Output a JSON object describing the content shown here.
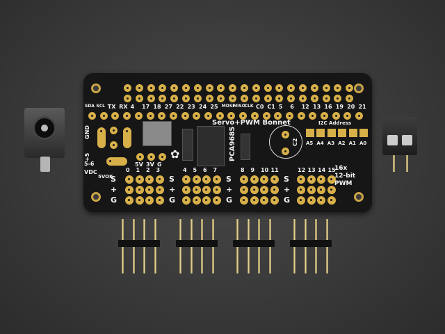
{
  "board": {
    "title": "Servo+PWM Bonnet",
    "chip_label": "PCA9685",
    "cap_label": "C2",
    "gpio_labels": [
      "SDA",
      "SCL",
      "TX",
      "RX",
      "4",
      "17",
      "18",
      "27",
      "22",
      "23",
      "24",
      "25",
      "MOSI",
      "MISO",
      "CLK",
      "C0",
      "C1",
      "5",
      "6",
      "12",
      "13",
      "16",
      "19",
      "20",
      "21"
    ],
    "power_labels": {
      "gnd": "GND",
      "plus5": "+5",
      "range": "5-6",
      "vdc": "VDC",
      "vok": "5VOK"
    },
    "rail_labels": [
      "5V",
      "3V",
      "G"
    ],
    "i2c": {
      "title": "I2C Address",
      "pads": [
        "A5",
        "A4",
        "A3",
        "A2",
        "A1",
        "A0"
      ]
    },
    "feature_text": [
      "16x",
      "12-bit",
      "PWM"
    ],
    "servo_channels": [
      "0",
      "1",
      "2",
      "3",
      "4",
      "5",
      "6",
      "7",
      "8",
      "9",
      "10",
      "11",
      "12",
      "13",
      "14",
      "15"
    ],
    "row_labels": [
      "S",
      "+",
      "G"
    ]
  },
  "colors": {
    "pcb": "#161616",
    "gold": "#d8b04a",
    "silkscreen": "#f2f2f2",
    "background": "#3a3a3a"
  }
}
